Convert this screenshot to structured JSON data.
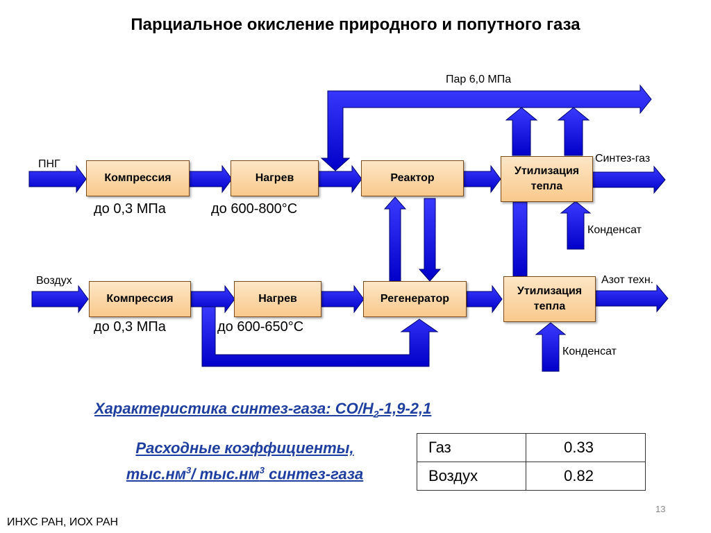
{
  "title": "Парциальное окисление природного и попутного газа",
  "labels": {
    "png": "ПНГ",
    "air": "Воздух",
    "steam": "Пар 6,0 МПа",
    "syngas": "Синтез-газ",
    "nitrogen": "Азот техн.",
    "condensate_top": "Конденсат",
    "condensate_bottom": "Конденсат"
  },
  "boxes": {
    "compression_top": "Компрессия",
    "heating_top": "Нагрев",
    "reactor": "Реактор",
    "heat_util_top": "Утилизация тепла",
    "compression_bottom": "Компрессия",
    "heating_bottom": "Нагрев",
    "regenerator": "Регенератор",
    "heat_util_bottom": "Утилизация тепла"
  },
  "conditions": {
    "pressure_top": "до 0,3 МПа",
    "temp_top": "до 600-800°С",
    "pressure_bottom": "до 0,3 МПа",
    "temp_bottom": "до 600-650°С"
  },
  "syngas_char": {
    "prefix": "Характеристика синтез-газа: СО/Н",
    "subscript": "2",
    "suffix": "-1,9-2,1"
  },
  "coefficients": {
    "line1": "Расходные коэффициенты,",
    "line2_a": "тыс.нм",
    "sup1": "3",
    "line2_b": "/ тыс.нм",
    "sup2": "3",
    "line2_c": " синтез-газа",
    "rows": [
      {
        "name": "Газ",
        "value": "0.33"
      },
      {
        "name": "Воздух",
        "value": "0.82"
      }
    ]
  },
  "footer": "ИНХС РАН, ИОХ РАН",
  "page_number": "13",
  "colors": {
    "arrow_fill": "#1010ee",
    "arrow_stroke": "#000070",
    "text_blue": "#1f3fa0"
  }
}
